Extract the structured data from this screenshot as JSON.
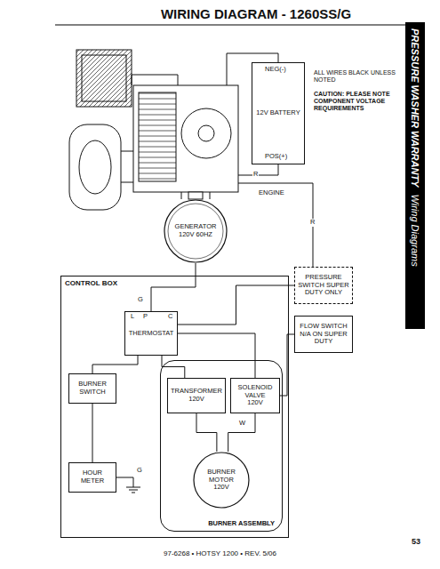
{
  "diagram": {
    "title": "WIRING DIAGRAM - 1260SS/G",
    "caption": "97-6268 • HOTSY 1200 • REV. 5/06",
    "nodes": [
      {
        "text": [
          "CONTROL BOX"
        ]
      },
      {
        "text": [
          "THERMOSTAT"
        ],
        "in": 0
      },
      {
        "text": [
          "BURNER SWITCH"
        ],
        "in": 0
      },
      {
        "text": [
          "HOUR METER"
        ],
        "in": 0
      },
      {
        "text": [
          "BURNER ASSEMBLY"
        ],
        "in": 0
      },
      {
        "text": [
          "TRANSFORMER",
          "120V"
        ],
        "in": 4
      },
      {
        "text": [
          "SOLENOID VALVE",
          "120V"
        ],
        "in": 4
      },
      {
        "text": [
          "BURNER MOTOR",
          "120V"
        ],
        "in": 4
      },
      {
        "text": [
          "GENERATOR",
          "120V 60HZ"
        ]
      },
      {
        "text": [
          "12V BATTERY"
        ]
      },
      {
        "text": [
          "PRESSURE SWITCH SUPER DUTY ONLY"
        ]
      },
      {
        "text": [
          "FLOW SWITCH N/A ON SUPER DUTY"
        ]
      }
    ],
    "edges": [
      {
        "from": 8,
        "to": 1,
        "arrow": "none"
      },
      {
        "from": 2,
        "to": 1,
        "arrow": "none"
      },
      {
        "from": 2,
        "to": 3,
        "arrow": "none"
      },
      {
        "from": 1,
        "to": 5,
        "arrow": "none"
      },
      {
        "from": 1,
        "to": 6,
        "arrow": "none"
      },
      {
        "from": 10,
        "to": 1,
        "arrow": "none"
      },
      {
        "from": 11,
        "to": 6,
        "arrow": "none"
      },
      {
        "from": 5,
        "to": 7,
        "arrow": "none"
      },
      {
        "from": 6,
        "to": 7,
        "arrow": "none"
      }
    ],
    "labels": [
      "ENGINE",
      "POS(+)",
      "NEG(-)",
      "ALL WIRES BLACK UNLESS NOTED",
      "CAUTION: PLEASE NOTE COMPONENT VOLTAGE REQUIREMENTS",
      "R",
      "R",
      "L",
      "P",
      "C",
      "G",
      "G",
      "W",
      "PRESSURE WASHER WARRANTY",
      "Wiring Diagrams",
      "53"
    ]
  }
}
